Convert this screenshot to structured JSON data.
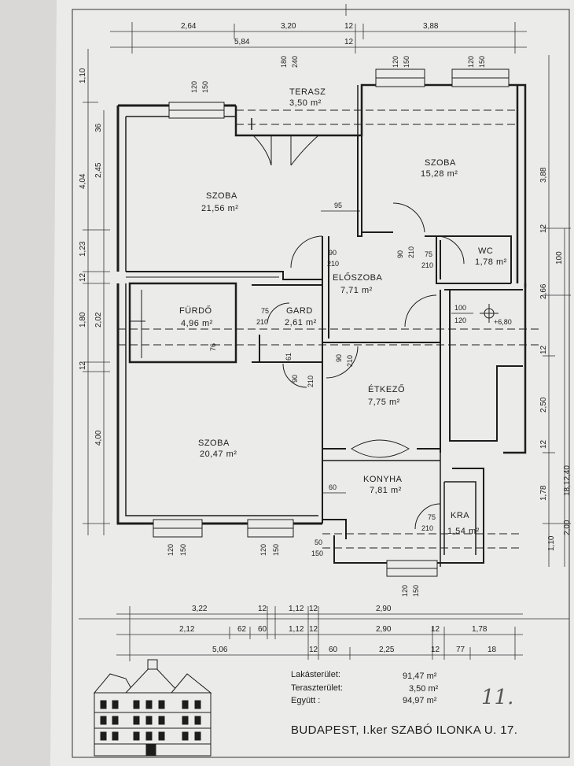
{
  "rooms": {
    "terasz": {
      "name": "TERASZ",
      "area": "3,50 m²"
    },
    "szoba1": {
      "name": "SZOBA",
      "area": "21,56 m²"
    },
    "szoba2": {
      "name": "SZOBA",
      "area": "15,28 m²"
    },
    "eloszoba": {
      "name": "ELŐSZOBA",
      "area": "7,71 m²"
    },
    "wc": {
      "name": "WC",
      "area": "1,78 m²"
    },
    "furdo": {
      "name": "FÜRDŐ",
      "area": "4,96 m²"
    },
    "gard": {
      "name": "GARD",
      "area": "2,61 m²"
    },
    "etkezo": {
      "name": "ÉTKEZŐ",
      "area": "7,75 m²"
    },
    "szoba3": {
      "name": "SZOBA",
      "area": "20,47 m²"
    },
    "konyha": {
      "name": "KONYHA",
      "area": "7,81 m²"
    },
    "kra": {
      "name": "KRA",
      "area": "1,54 m²"
    }
  },
  "top_dims": {
    "d1": "2,64",
    "d2": "3,20",
    "d3": "12",
    "d4": "3,88",
    "d5": "5,84",
    "d6": "12"
  },
  "left_dims": [
    "1,10",
    "4,04",
    "1,23",
    "12",
    "1,80",
    "12",
    "4,00",
    "36",
    "2,45",
    "2,02"
  ],
  "right_dims": [
    "3,88",
    "12",
    "100",
    "2,66",
    "12",
    "2,50",
    "12",
    "1,78",
    "18,12,40",
    "1,10",
    "2,00"
  ],
  "bottom_dims": {
    "row1": [
      "3,22",
      "12",
      "1,12",
      "12",
      "2,90"
    ],
    "row2": [
      "2,12",
      "62",
      "60",
      "1,12",
      "12",
      "2,90",
      "12",
      "1,78"
    ],
    "row3": [
      "5,06",
      "12",
      "60",
      "2,25",
      "12",
      "77",
      "18"
    ]
  },
  "openings": {
    "win_top_left": [
      "120",
      "150"
    ],
    "door_terrace": [
      "180",
      "240"
    ],
    "win_top_mid": [
      "120",
      "150"
    ],
    "win_top_right": [
      "120",
      "150"
    ],
    "d95": "95",
    "door_90_210a": [
      "90",
      "210"
    ],
    "door_90_210b": [
      "90",
      "210"
    ],
    "door_wc": [
      "75",
      "210"
    ],
    "door_furdo": [
      "75",
      "210"
    ],
    "d76": "76",
    "door_61": "61",
    "door_90_210c": [
      "90",
      "210"
    ],
    "door_90_210d": [
      "90",
      "210"
    ],
    "door_100_120": [
      "100",
      "120"
    ],
    "level": "+6,80",
    "d60": "60",
    "door_kra": [
      "75",
      "210"
    ],
    "win_bot_left": [
      "120",
      "150"
    ],
    "win_bot_mid": [
      "120",
      "150"
    ],
    "d50_150": [
      "50",
      "150"
    ],
    "win_bot_right": [
      "120",
      "150"
    ]
  },
  "summary": {
    "lakas_label": "Lakásterület:",
    "lakas_value": "91,47 m²",
    "terasz_label": "Teraszterület:",
    "terasz_value": "3,50 m²",
    "egyutt_label": "Együtt :",
    "egyutt_value": "94,97 m²"
  },
  "handwritten": "11.",
  "address": "BUDAPEST, I.ker SZABÓ  ILONKA U. 17.",
  "colors": {
    "paper": "#ebebea",
    "ink": "#1d1d1d",
    "background": "#d9d8d6"
  }
}
